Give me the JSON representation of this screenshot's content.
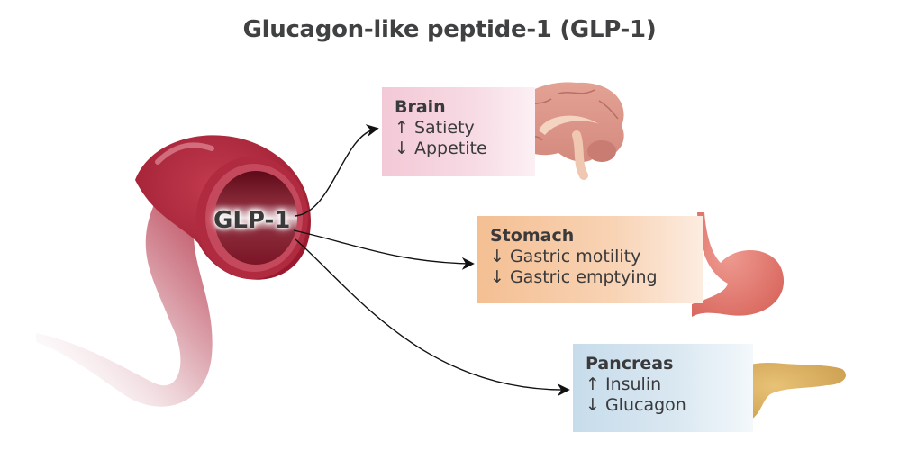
{
  "title": "Glucagon-like peptide-1 (GLP-1)",
  "center_label": "GLP-1",
  "targets": [
    {
      "organ": "Brain",
      "effects": [
        "↑ Satiety",
        "↓ Appetite"
      ],
      "color": "#f3c9d6"
    },
    {
      "organ": "Stomach",
      "effects": [
        "↓ Gastric motility",
        "↓ Gastric emptying"
      ],
      "color": "#f4bf93"
    },
    {
      "organ": "Pancreas",
      "effects": [
        "↑ Insulin",
        "↓ Glucagon"
      ],
      "color": "#c7dceb"
    }
  ],
  "colors": {
    "vessel": "#a31f35",
    "lumen": "#6e0f1f",
    "text": "#3a3a3c"
  }
}
